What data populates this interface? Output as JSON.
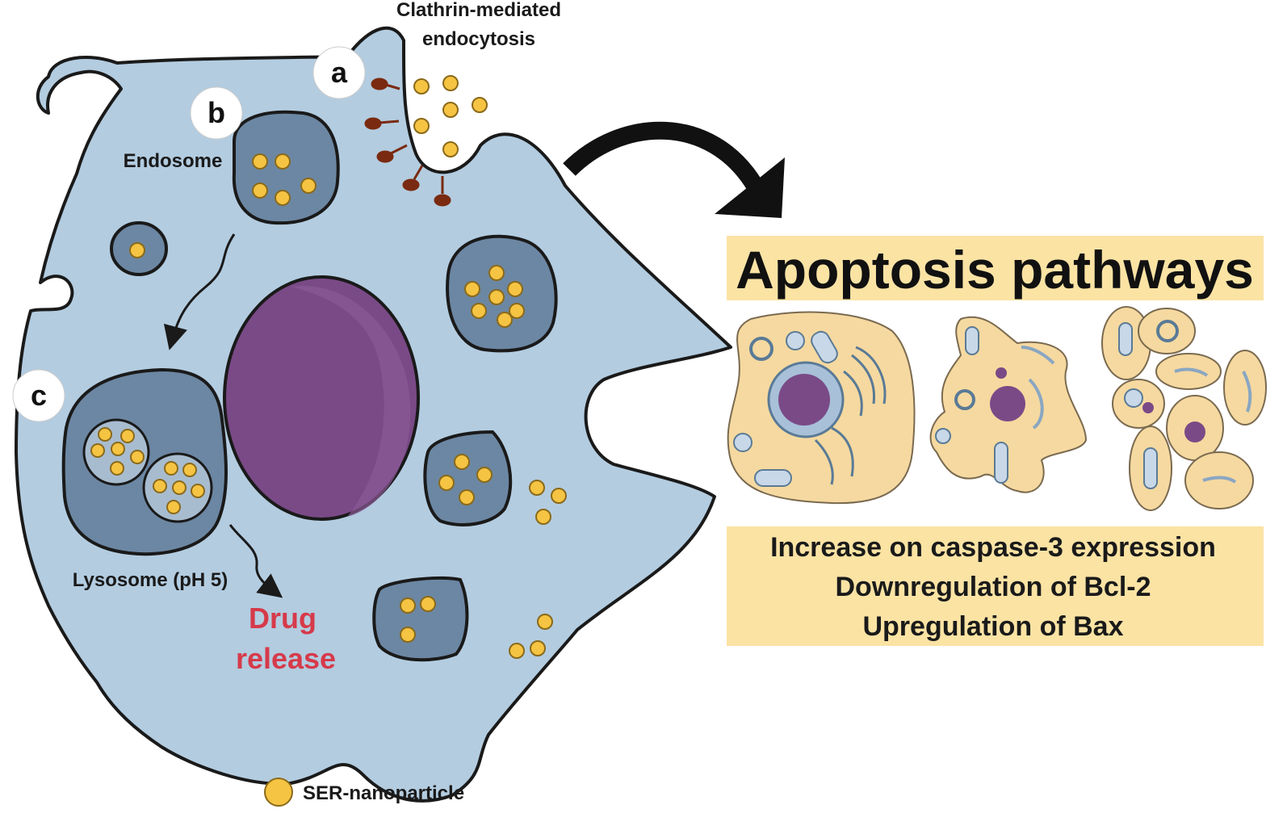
{
  "colors": {
    "cytoplasm": "#b3cce0",
    "membrane_glow": "#8fb3d1",
    "outline": "#1a1a1a",
    "organelle": "#6c87a3",
    "nucleus": "#7a4a87",
    "nanoparticle": "#f6c443",
    "inner_vesicle": "#a8bccf",
    "receptor": "#7a2a10",
    "drug_release": "#d63a4a",
    "highlight": "#fbe3a4",
    "apoptotic_cell": "#f5d9a0"
  },
  "labels": {
    "endocytosis_line1": "Clathrin-mediated",
    "endocytosis_line2": "endocytosis",
    "endosome": "Endosome",
    "lysosome": "Lysosome (pH 5)",
    "drug_line1": "Drug",
    "drug_line2": "release"
  },
  "steps": [
    {
      "id": "a",
      "label": "a"
    },
    {
      "id": "b",
      "label": "b"
    },
    {
      "id": "c",
      "label": "c"
    }
  ],
  "pathway": {
    "title": "Apoptosis pathways",
    "effects": [
      "Increase on caspase-3 expression",
      "Downregulation of Bcl-2",
      "Upregulation of Bax"
    ]
  },
  "legend": {
    "icon": "nanoparticle-icon",
    "label": "SER-nanoparticle"
  }
}
